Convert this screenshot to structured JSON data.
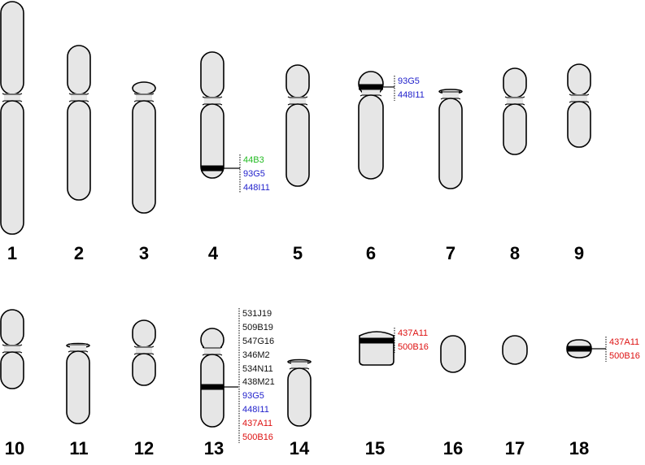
{
  "colors": {
    "chromosome_fill": "#e6e6e6",
    "outline": "#000000",
    "clone_group_green": "#22bb22",
    "clone_group_blue": "#2222cc",
    "clone_group_black": "#111111",
    "clone_group_red": "#dd1111"
  },
  "chromosomes": [
    {
      "number": "1",
      "labels": []
    },
    {
      "number": "2",
      "labels": []
    },
    {
      "number": "3",
      "labels": []
    },
    {
      "number": "4",
      "labels": [
        {
          "text": "44B3",
          "color": "#22bb22"
        },
        {
          "text": "93G5",
          "color": "#2222cc"
        },
        {
          "text": "448I11",
          "color": "#2222cc"
        }
      ]
    },
    {
      "number": "5",
      "labels": []
    },
    {
      "number": "6",
      "labels": [
        {
          "text": "93G5",
          "color": "#2222cc"
        },
        {
          "text": "448I11",
          "color": "#2222cc"
        }
      ]
    },
    {
      "number": "7",
      "labels": []
    },
    {
      "number": "8",
      "labels": []
    },
    {
      "number": "9",
      "labels": []
    },
    {
      "number": "10",
      "labels": []
    },
    {
      "number": "11",
      "labels": []
    },
    {
      "number": "12",
      "labels": []
    },
    {
      "number": "13",
      "labels": [
        {
          "text": "531J19",
          "color": "#111111"
        },
        {
          "text": "509B19",
          "color": "#111111"
        },
        {
          "text": "547G16",
          "color": "#111111"
        },
        {
          "text": "346M2",
          "color": "#111111"
        },
        {
          "text": "534N11",
          "color": "#111111"
        },
        {
          "text": "438M21",
          "color": "#111111"
        },
        {
          "text": "93G5",
          "color": "#2222cc"
        },
        {
          "text": "448I11",
          "color": "#2222cc"
        },
        {
          "text": "437A11",
          "color": "#dd1111"
        },
        {
          "text": "500B16",
          "color": "#dd1111"
        }
      ]
    },
    {
      "number": "14",
      "labels": []
    },
    {
      "number": "15",
      "labels": [
        {
          "text": "437A11",
          "color": "#dd1111"
        },
        {
          "text": "500B16",
          "color": "#dd1111"
        }
      ]
    },
    {
      "number": "16",
      "labels": []
    },
    {
      "number": "17",
      "labels": []
    },
    {
      "number": "18",
      "labels": [
        {
          "text": "437A11",
          "color": "#dd1111"
        },
        {
          "text": "500B16",
          "color": "#dd1111"
        }
      ]
    }
  ]
}
